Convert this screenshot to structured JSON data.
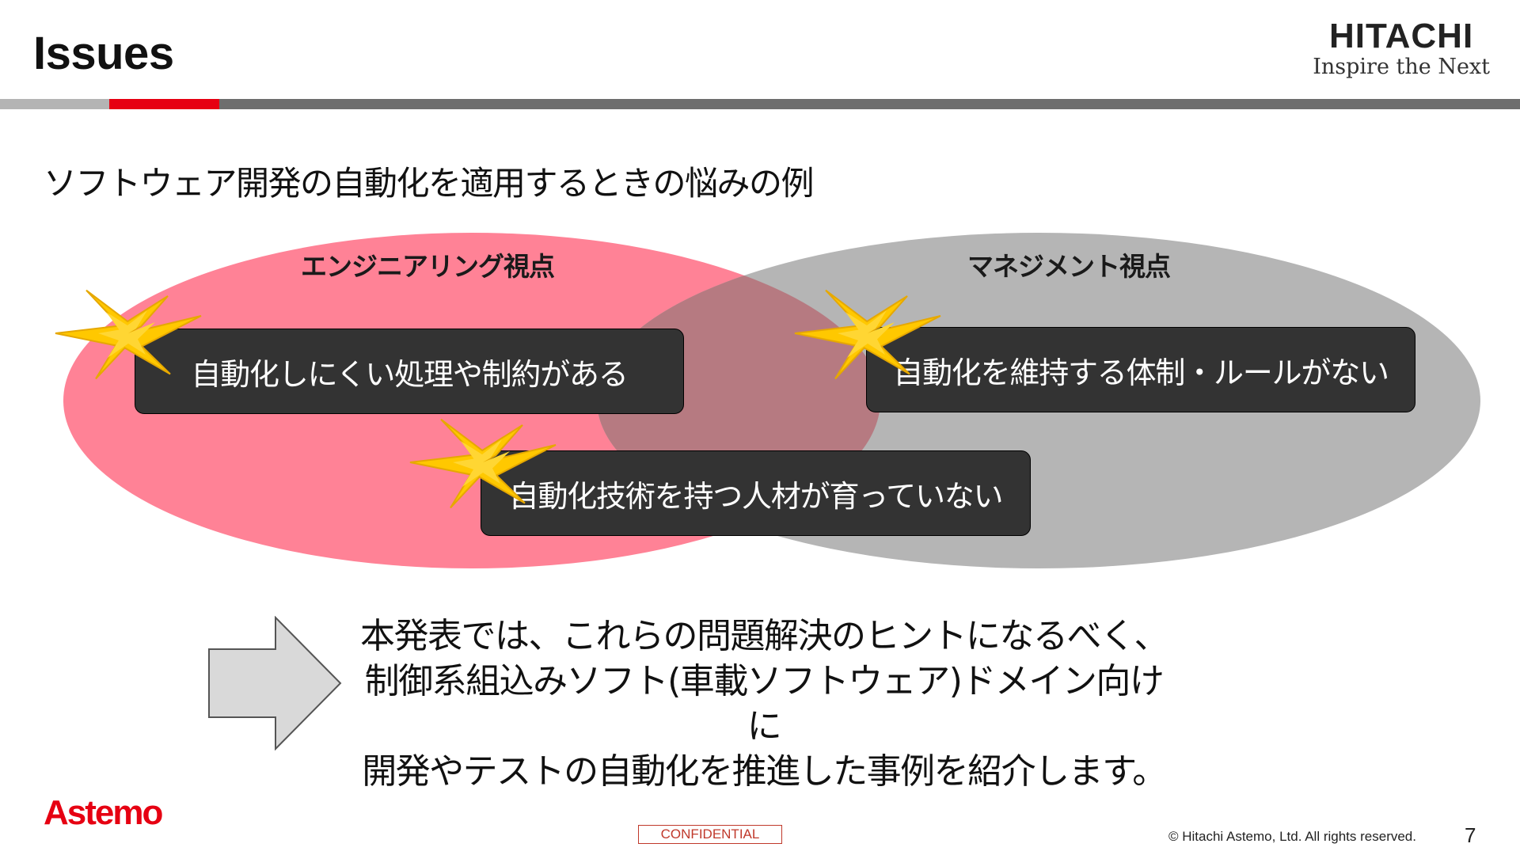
{
  "header": {
    "title": "Issues",
    "brand_name": "HITACHI",
    "brand_tagline": "Inspire the Next"
  },
  "subtitle": "ソフトウェア開発の自動化を適用するときの悩みの例",
  "venn": {
    "left_label": "エンジニアリング視点",
    "right_label": "マネジメント視点",
    "issues": [
      "自動化しにくい処理や制約がある",
      "自動化を維持する体制・ルールがない",
      "自動化技術を持つ人材が育っていない"
    ]
  },
  "conclusion": {
    "lines": [
      "本発表では、これらの問題解決のヒントになるべく、",
      "制御系組込みソフト(車載ソフトウェア)ドメイン向けに",
      "開発やテストの自動化を推進した事例を紹介します。"
    ]
  },
  "footer": {
    "logo": "Astemo",
    "confidential": "CONFIDENTIAL",
    "copyright": "© Hitachi Astemo, Ltd. All rights reserved.",
    "page_number": "7"
  },
  "colors": {
    "accent_red": "#e60012",
    "engineering_fill": "#ff8296",
    "management_fill": "#b5b5b5",
    "overlap_fill": "#b67a81",
    "issue_box": "#333333",
    "burst_fill": "#ffc800"
  }
}
